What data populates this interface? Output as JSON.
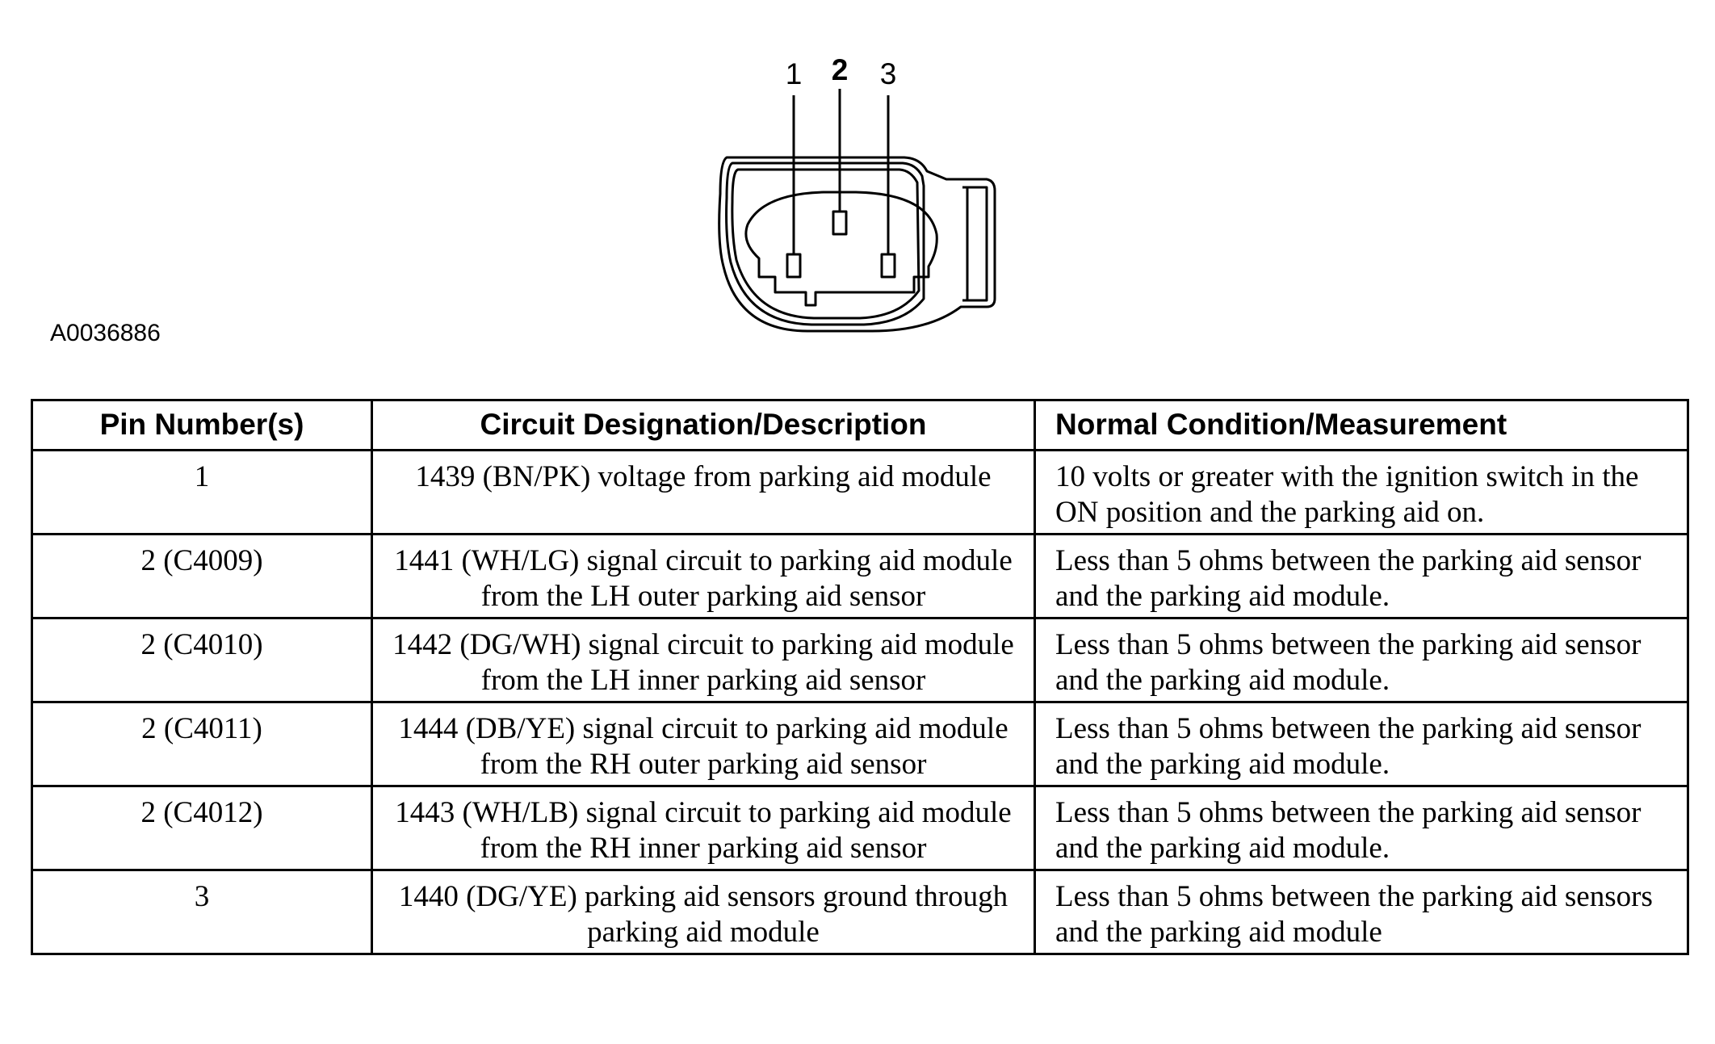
{
  "figure": {
    "pin_labels": [
      "1",
      "2",
      "3"
    ],
    "figure_id": "A0036886"
  },
  "table": {
    "headers": [
      "Pin Number(s)",
      "Circuit Designation/Description",
      "Normal Condition/Measurement"
    ],
    "rows": [
      {
        "pin": "1",
        "circuit": "1439 (BN/PK) voltage from parking aid module",
        "condition": "10 volts or greater with the ignition switch in the ON position and the parking aid on."
      },
      {
        "pin": "2 (C4009)",
        "circuit": "1441 (WH/LG) signal circuit to parking aid module from the LH outer parking aid sensor",
        "condition": "Less than 5 ohms between the parking aid sensor and the parking aid module."
      },
      {
        "pin": "2 (C4010)",
        "circuit": "1442 (DG/WH) signal circuit to parking aid module from the LH inner parking aid sensor",
        "condition": "Less than 5 ohms between the parking aid sensor and the parking aid module."
      },
      {
        "pin": "2 (C4011)",
        "circuit": "1444 (DB/YE) signal circuit to parking aid module from the RH outer parking aid sensor",
        "condition": "Less than 5 ohms between the parking aid sensor and the parking aid module."
      },
      {
        "pin": "2 (C4012)",
        "circuit": "1443 (WH/LB) signal circuit to parking aid module from the RH inner parking aid sensor",
        "condition": "Less than 5 ohms between the parking aid sensor and the parking aid module."
      },
      {
        "pin": "3",
        "circuit": "1440 (DG/YE) parking aid sensors ground through parking aid module",
        "condition": "Less than 5 ohms between the parking aid sensors and the parking aid module"
      }
    ]
  }
}
